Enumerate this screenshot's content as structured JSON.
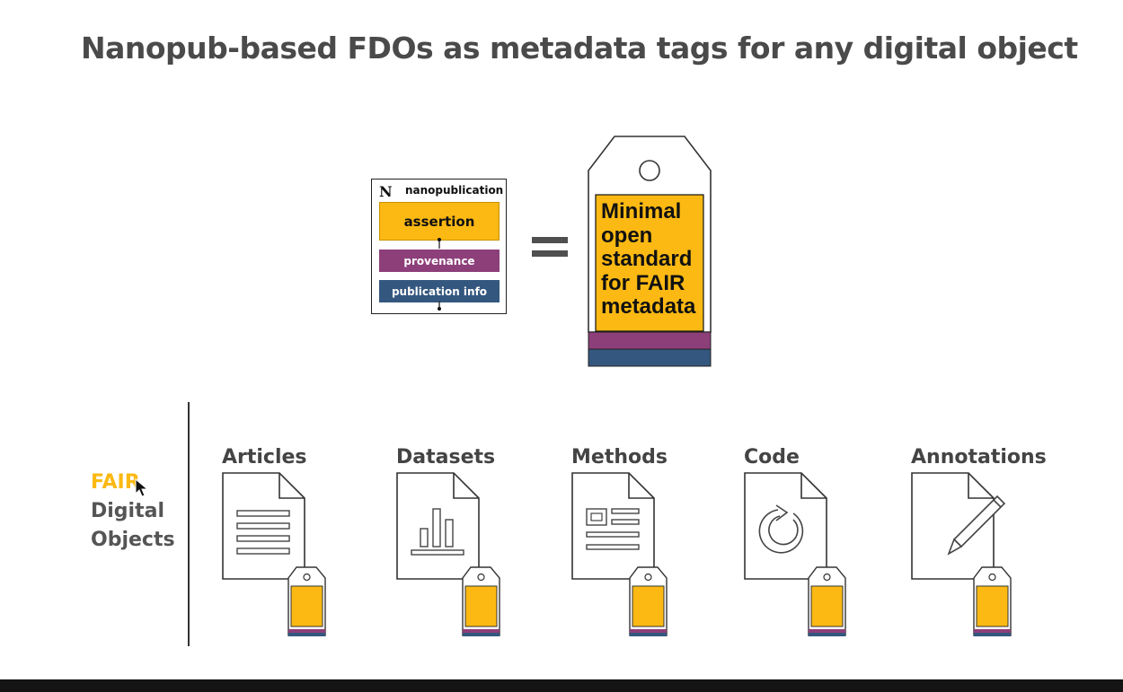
{
  "title": "Nanopub-based FDOs as metadata tags for any digital object",
  "nanopub": {
    "header": "nanopublication",
    "assertion": "assertion",
    "provenance": "provenance",
    "pubinfo": "publication info"
  },
  "tag_text": "Minimal\nopen\nstandard\nfor FAIR\nmetadata",
  "fair_label": {
    "line1": "FAIR",
    "line2": "Digital",
    "line3": "Objects"
  },
  "objects": [
    {
      "label": "Articles",
      "icon": "article-icon"
    },
    {
      "label": "Datasets",
      "icon": "dataset-icon"
    },
    {
      "label": "Methods",
      "icon": "methods-icon"
    },
    {
      "label": "Code",
      "icon": "code-icon"
    },
    {
      "label": "Annotations",
      "icon": "annotation-icon"
    }
  ],
  "colors": {
    "assertion": "#fcb913",
    "provenance": "#8d3f7a",
    "pubinfo": "#34577f",
    "fair": "#fcb913"
  }
}
